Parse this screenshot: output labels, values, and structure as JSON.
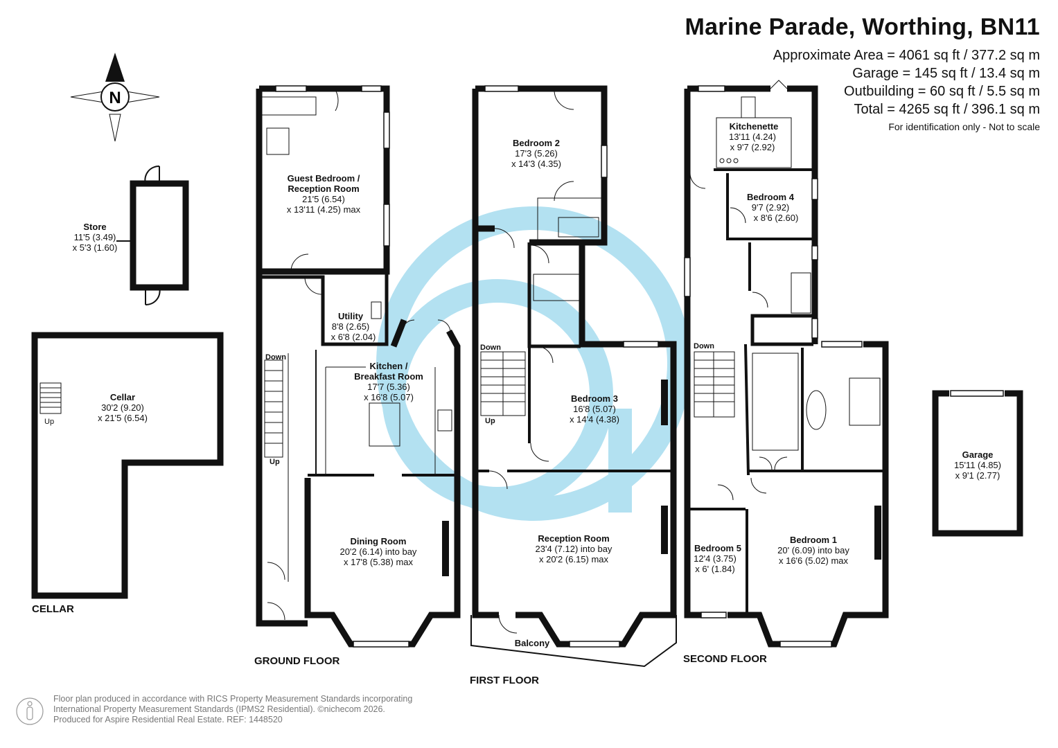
{
  "header": {
    "title": "Marine Parade, Worthing, BN11",
    "areas": [
      "Approximate Area = 4061 sq ft / 377.2 sq m",
      "Garage = 145 sq ft / 13.4 sq m",
      "Outbuilding = 60 sq ft / 5.5 sq m",
      "Total = 4265 sq ft / 396.1 sq m"
    ],
    "note": "For identification only - Not to scale"
  },
  "compass": {
    "letter": "N"
  },
  "floors": {
    "cellar": "CELLAR",
    "ground": "GROUND FLOOR",
    "first": "FIRST FLOOR",
    "second": "SECOND FLOOR"
  },
  "rooms": {
    "store": {
      "name": "Store",
      "dim1": "11'5 (3.49)",
      "dim2": "x 5'3 (1.60)"
    },
    "cellar": {
      "name": "Cellar",
      "dim1": "30'2 (9.20)",
      "dim2": "x 21'5 (6.54)"
    },
    "guest": {
      "name1": "Guest Bedroom /",
      "name2": "Reception Room",
      "dim1": "21'5 (6.54)",
      "dim2": "x 13'11 (4.25) max"
    },
    "utility": {
      "name": "Utility",
      "dim1": "8'8 (2.65)",
      "dim2": "x 6'8 (2.04)"
    },
    "kitchen": {
      "name1": "Kitchen /",
      "name2": "Breakfast Room",
      "dim1": "17'7 (5.36)",
      "dim2": "x 16'8 (5.07)"
    },
    "dining": {
      "name": "Dining Room",
      "dim1": "20'2 (6.14) into bay",
      "dim2": "x 17'8 (5.38) max"
    },
    "bedroom2": {
      "name": "Bedroom 2",
      "dim1": "17'3 (5.26)",
      "dim2": "x 14'3 (4.35)"
    },
    "bedroom3": {
      "name": "Bedroom 3",
      "dim1": "16'8 (5.07)",
      "dim2": "x 14'4 (4.38)"
    },
    "reception": {
      "name": "Reception Room",
      "dim1": "23'4 (7.12) into bay",
      "dim2": "x 20'2 (6.15) max"
    },
    "balcony": {
      "name": "Balcony"
    },
    "kitchenette": {
      "name": "Kitchenette",
      "dim1": "13'11 (4.24)",
      "dim2": "x 9'7 (2.92)"
    },
    "bedroom4": {
      "name": "Bedroom 4",
      "dim1": "9'7 (2.92)",
      "dim2": "x 8'6 (2.60)"
    },
    "bedroom5": {
      "name": "Bedroom 5",
      "dim1": "12'4 (3.75)",
      "dim2": "x 6' (1.84)"
    },
    "bedroom1": {
      "name": "Bedroom 1",
      "dim1": "20' (6.09) into bay",
      "dim2": "x 16'6 (5.02) max"
    },
    "garage": {
      "name": "Garage",
      "dim1": "15'11 (4.85)",
      "dim2": "x 9'1 (2.77)"
    }
  },
  "stairs": {
    "up": "Up",
    "down": "Down"
  },
  "footer": {
    "line1": "Floor plan produced in accordance with RICS Property Measurement Standards incorporating",
    "line2": "International Property Measurement Standards (IPMS2 Residential). ©nichecom 2026.",
    "line3": "Produced for Aspire Residential Real Estate.  REF: 1448520"
  },
  "colors": {
    "watermark": "#b3e1f1",
    "walls": "#111111"
  }
}
